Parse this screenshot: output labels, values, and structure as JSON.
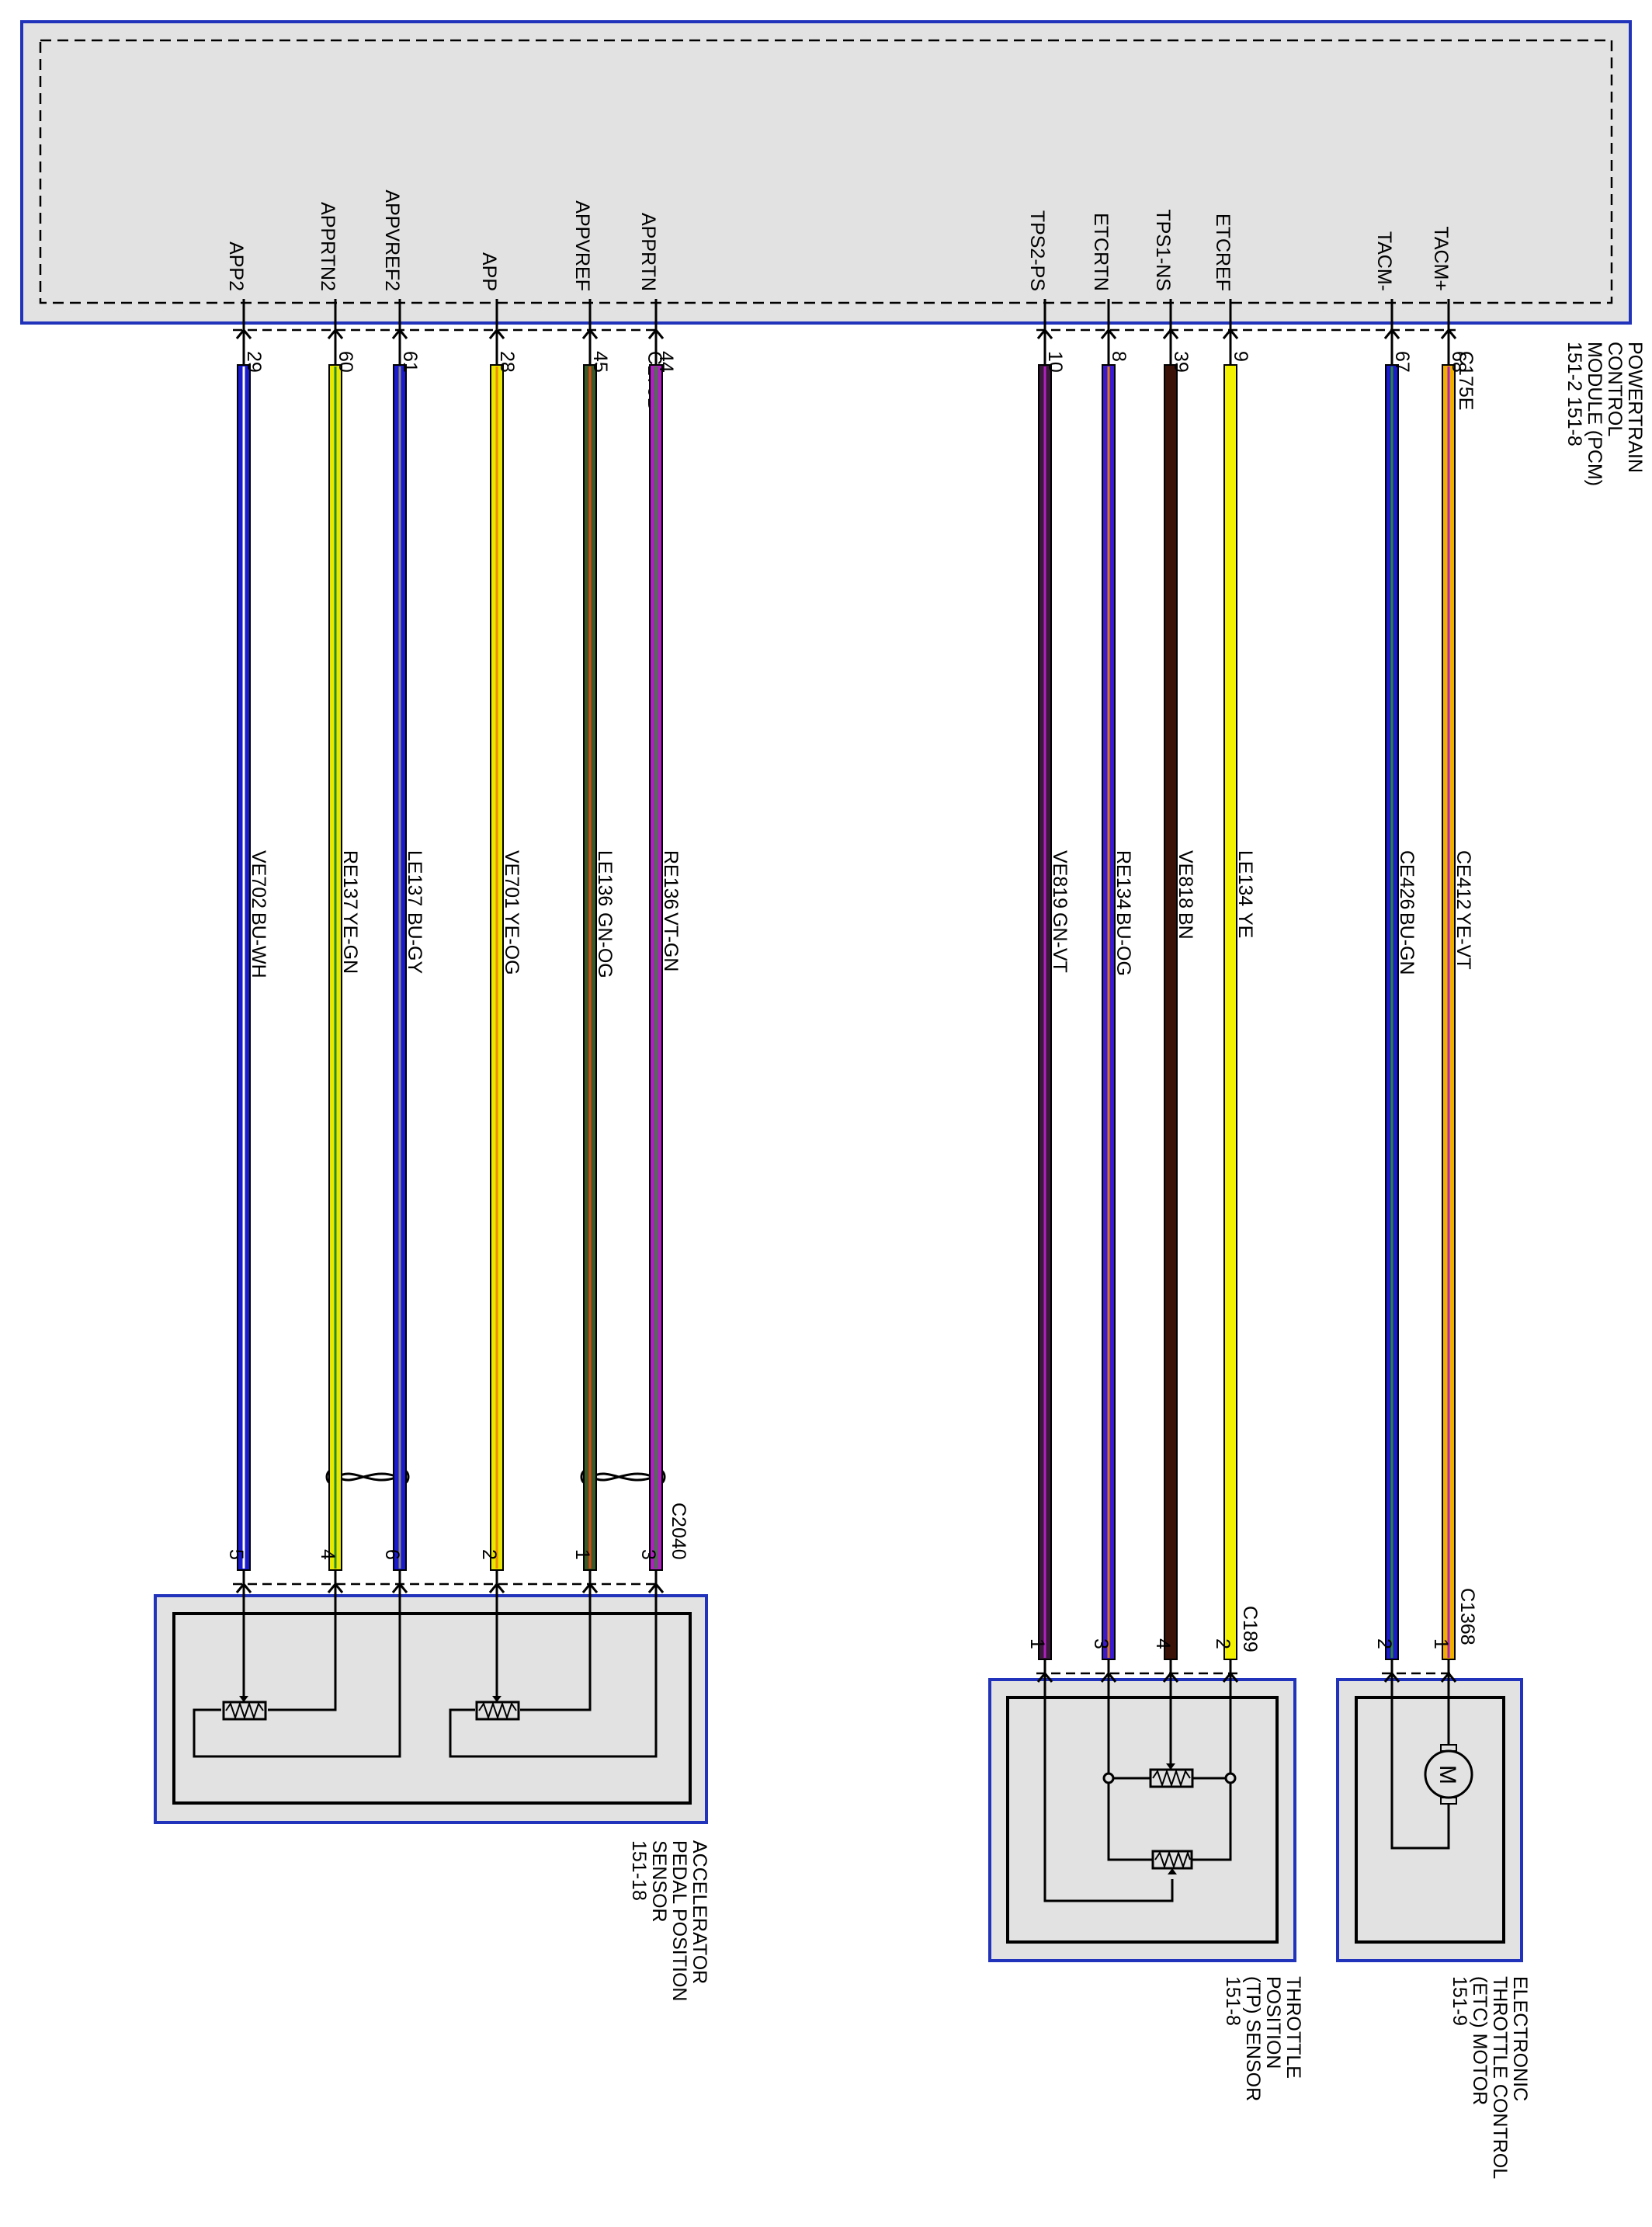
{
  "pcm": {
    "name_lines": [
      "POWERTRAIN",
      "CONTROL",
      "MODULE (PCM)",
      "151-2    151-8"
    ]
  },
  "connectors": {
    "pcm_left": "C175B",
    "pcm_right": "C175E",
    "app_inline": "C2040",
    "tp": "C189",
    "etc": "C1368"
  },
  "circuits": [
    {
      "signal": "APP2",
      "pcm_pin": "29",
      "circuit": "VE702",
      "color_code": "BU-WH",
      "color": "#1a1acf",
      "stripe": "#ffffff",
      "comp_pin": "5"
    },
    {
      "signal": "APPRTN2",
      "pcm_pin": "60",
      "circuit": "RE137",
      "color_code": "YE-GN",
      "color": "#e8e800",
      "stripe": "#2a8a2a",
      "comp_pin": "4"
    },
    {
      "signal": "APPVREF2",
      "pcm_pin": "61",
      "circuit": "LE137",
      "color_code": "BU-GY",
      "color": "#1a1acf",
      "stripe": "#888888",
      "comp_pin": "6"
    },
    {
      "signal": "APP",
      "pcm_pin": "28",
      "circuit": "VE701",
      "color_code": "YE-OG",
      "color": "#e8e800",
      "stripe": "#f08a00",
      "comp_pin": "2"
    },
    {
      "signal": "APPVREF",
      "pcm_pin": "45",
      "circuit": "LE136",
      "color_code": "GN-OG",
      "color": "#3a5a2a",
      "stripe": "#e04a10",
      "comp_pin": "1"
    },
    {
      "signal": "APPRTN",
      "pcm_pin": "44",
      "circuit": "RE136",
      "color_code": "VT-GN",
      "color": "#b020c0",
      "stripe": "#2a8a2a",
      "comp_pin": "3"
    },
    {
      "signal": "TPS2-PS",
      "pcm_pin": "10",
      "circuit": "VE819",
      "color_code": "GN-VT",
      "color": "#3a1a3a",
      "stripe": "#b020c0",
      "comp_pin": "1"
    },
    {
      "signal": "ETCRTN",
      "pcm_pin": "8",
      "circuit": "RE134",
      "color_code": "BU-OG",
      "color": "#3a1acf",
      "stripe": "#e07a10",
      "comp_pin": "3"
    },
    {
      "signal": "TPS1-NS",
      "pcm_pin": "39",
      "circuit": "VE818",
      "color_code": "BN",
      "color": "#3a1208",
      "stripe": "",
      "comp_pin": "4"
    },
    {
      "signal": "ETCREF",
      "pcm_pin": "9",
      "circuit": "LE134",
      "color_code": "YE",
      "color": "#f2f200",
      "stripe": "",
      "comp_pin": "2"
    },
    {
      "signal": "TACM-",
      "pcm_pin": "67",
      "circuit": "CE426",
      "color_code": "BU-GN",
      "color": "#1a1acf",
      "stripe": "#2a8a2a",
      "comp_pin": "2"
    },
    {
      "signal": "TACM+",
      "pcm_pin": "68",
      "circuit": "CE412",
      "color_code": "YE-VT",
      "color": "#f0b000",
      "stripe": "#b020c0",
      "comp_pin": "1"
    }
  ],
  "components": {
    "app_sensor": {
      "name_lines": [
        "ACCELERATOR",
        "PEDAL POSITION",
        "SENSOR",
        "151-18"
      ]
    },
    "tp_sensor": {
      "name_lines": [
        "THROTTLE",
        "POSITION",
        "(TP) SENSOR",
        "151-8"
      ]
    },
    "etc_motor": {
      "name_lines": [
        "ELECTRONIC",
        "THROTTLE CONTROL",
        "(ETC) MOTOR",
        "151-9"
      ],
      "symbol": "M"
    }
  },
  "colors": {
    "module_fill": "#e2e2e2",
    "module_border": "#2233bb"
  }
}
